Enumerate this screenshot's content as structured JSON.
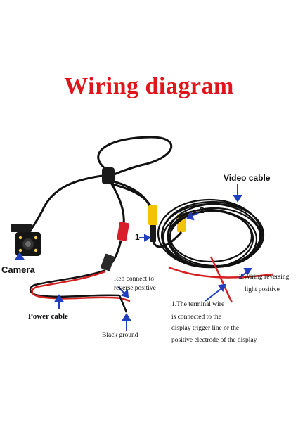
{
  "title": "Wiring diagram",
  "labels": {
    "camera": "Camera",
    "video_cable": "Video cable",
    "power_cable": "Power cable",
    "red_connect_line1": "Red connect to",
    "red_connect_line2": "reverse positive",
    "black_ground": "Black ground",
    "marker_1": "1",
    "marker_2": "2",
    "note1_line1": "1.The terminal wire",
    "note1_line2": "is connected to the",
    "note1_line3": "display trigger line or the",
    "note1_line4": "positive electrode of the display",
    "note2_line1": "2.Wiring reversing",
    "note2_line2": "light positive"
  },
  "colors": {
    "title": "#e0141b",
    "arrow": "#1f3fbf",
    "cable": "#111111",
    "red_wire": "#d42020",
    "rca_yellow": "#f2c400",
    "rca_red": "#d61f2a",
    "camera_led": "#f5d35a"
  }
}
